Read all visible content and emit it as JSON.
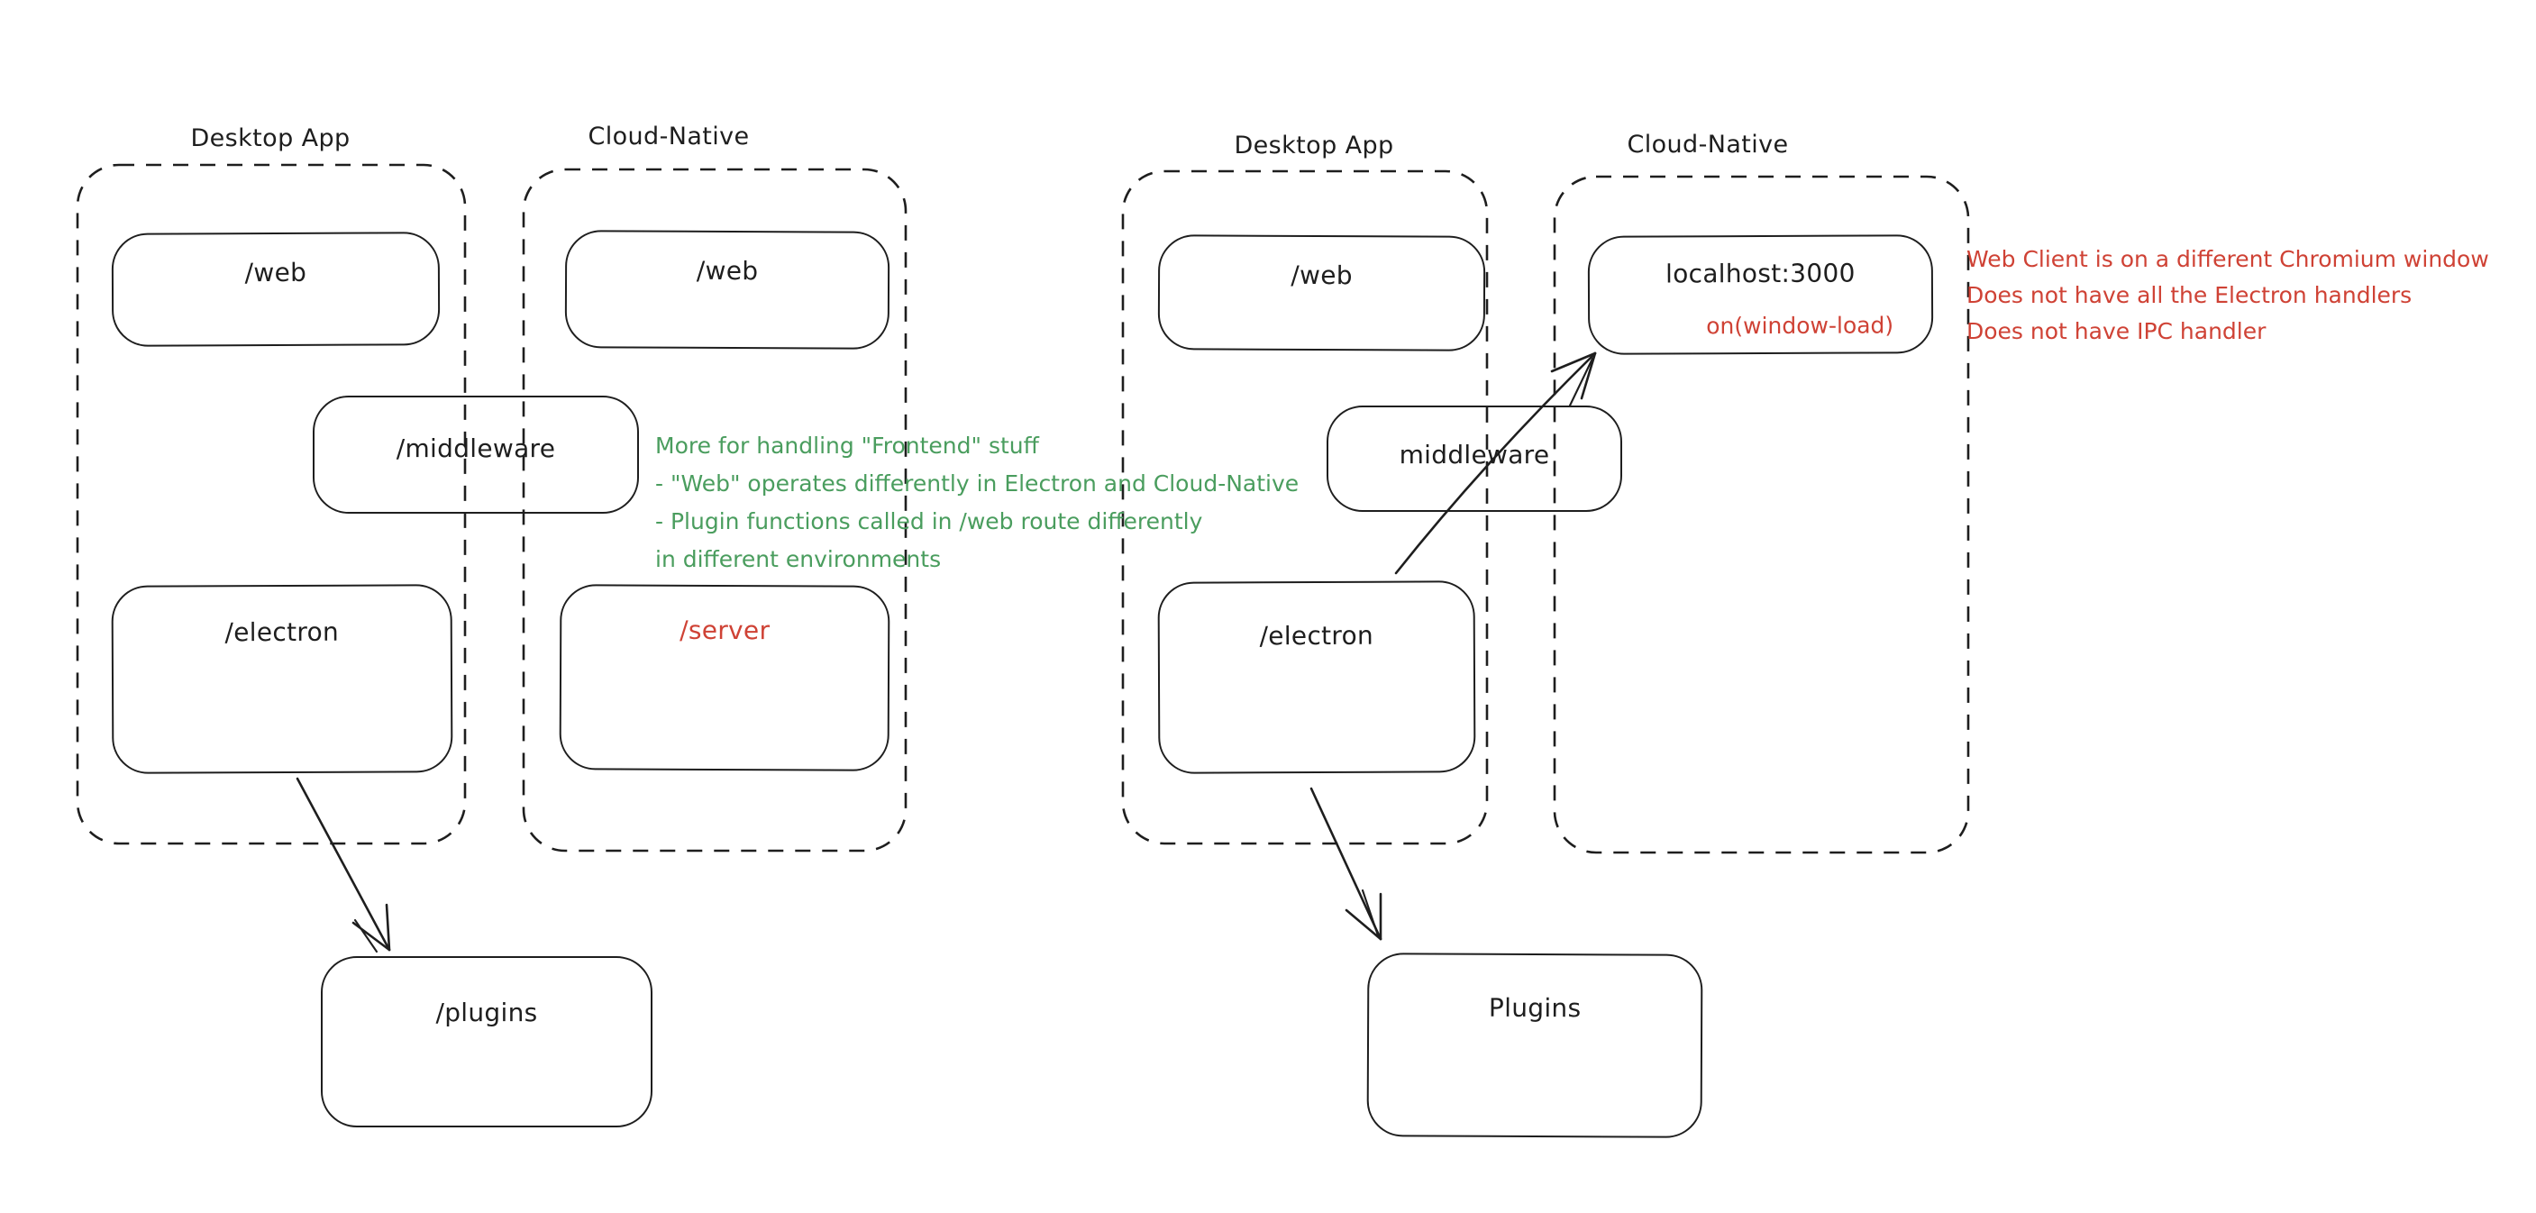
{
  "canvas": {
    "background": "#ffffff",
    "ink": "#1e1e1e",
    "red": "#cf4235",
    "green": "#4a9d5e"
  },
  "left_diagram": {
    "desktop_app_label": "Desktop App",
    "cloud_native_label": "Cloud-Native",
    "boxes": {
      "web_desktop": "/web",
      "web_cloud": "/web",
      "middleware": "/middleware",
      "electron": "/electron",
      "server": "/server",
      "plugins": "/plugins"
    },
    "green_note": {
      "line1": "More for handling \"Frontend\" stuff",
      "line2": "- \"Web\" operates differently in Electron and Cloud-Native",
      "line3": "- Plugin functions called in /web route differently",
      "line4": "in different environments"
    }
  },
  "right_diagram": {
    "desktop_app_label": "Desktop App",
    "cloud_native_label": "Cloud-Native",
    "boxes": {
      "web": "/web",
      "localhost": "localhost:3000",
      "localhost_event": "on(window-load)",
      "middleware": "middleware",
      "electron": "/electron",
      "plugins": "Plugins"
    },
    "red_note": {
      "line1": "Web Client is on a different Chromium window",
      "line2": "Does not have all the Electron handlers",
      "line3": "Does not have IPC handler"
    }
  }
}
